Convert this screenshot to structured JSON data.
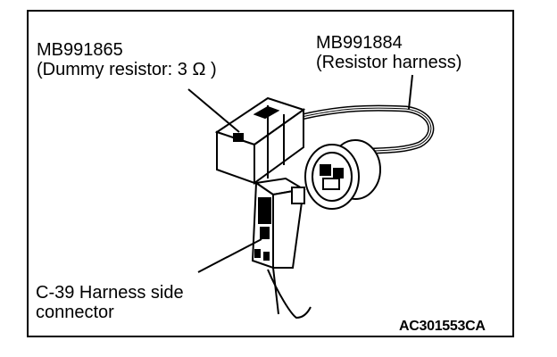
{
  "labels": {
    "resistor_part": "MB991865",
    "resistor_desc": "(Dummy resistor: 3 Ω )",
    "harness_part": "MB991884",
    "harness_desc": "(Resistor harness)",
    "connector_line1": "C-39 Harness side",
    "connector_line2": "connector"
  },
  "figure_code": "AC301553CA"
}
